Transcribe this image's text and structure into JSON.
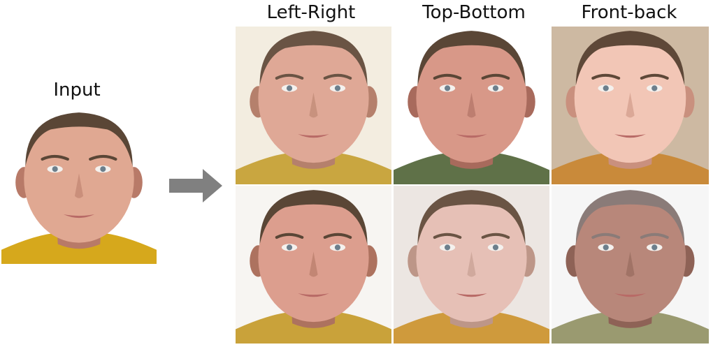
{
  "input": {
    "label": "Input",
    "palette": {
      "bg": "#ffffff",
      "shirt": "#d6a81c",
      "hair": "#5a4636",
      "skin": "#e0a892",
      "shade": "#b87a68"
    }
  },
  "columns": [
    {
      "label": "Left-Right"
    },
    {
      "label": "Top-Bottom"
    },
    {
      "label": "Front-back"
    }
  ],
  "outputs": [
    {
      "row": 1,
      "column": 1,
      "palette": {
        "bg": "#f3ede0",
        "shirt": "#c9a640",
        "hair": "#6a5444",
        "skin": "#dfa896",
        "shade": "#b5806c"
      }
    },
    {
      "row": 1,
      "column": 2,
      "palette": {
        "bg": "#ffffff",
        "shirt": "#5f7148",
        "hair": "#5a4636",
        "skin": "#d89888",
        "shade": "#a86a5c"
      }
    },
    {
      "row": 1,
      "column": 3,
      "palette": {
        "bg": "#cdb9a2",
        "shirt": "#c98a3a",
        "hair": "#5e4838",
        "skin": "#f2c6b6",
        "shade": "#c9907e"
      }
    },
    {
      "row": 2,
      "column": 1,
      "palette": {
        "bg": "#f7f5f2",
        "shirt": "#c9a23a",
        "hair": "#5a4636",
        "skin": "#dc9e8e",
        "shade": "#ad725f"
      }
    },
    {
      "row": 2,
      "column": 2,
      "palette": {
        "bg": "#ece6e2",
        "shirt": "#cf9a3c",
        "hair": "#6a5444",
        "skin": "#e6c0b6",
        "shade": "#bd9688"
      }
    },
    {
      "row": 2,
      "column": 3,
      "palette": {
        "bg": "#f6f6f6",
        "shirt": "#9a9a70",
        "hair": "#8a7b78",
        "skin": "#b8877a",
        "shade": "#8e6256"
      }
    }
  ],
  "arrow_color": "#808080"
}
